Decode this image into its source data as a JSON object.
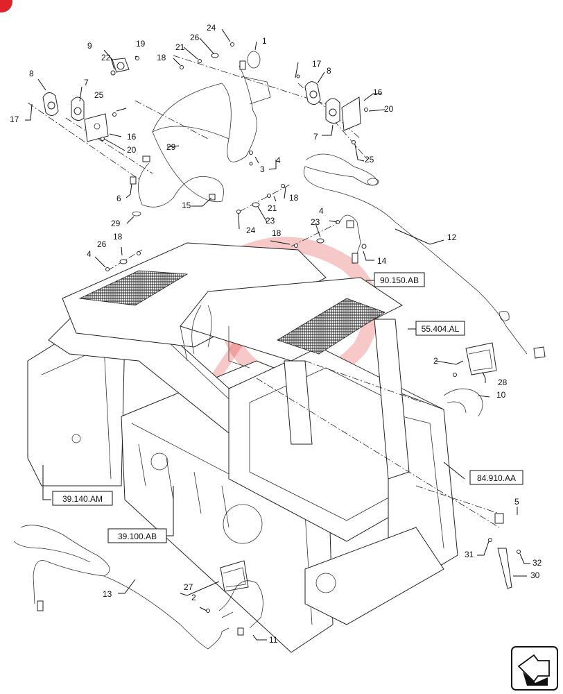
{
  "badge": {
    "color": "#e0222b"
  },
  "callouts": [
    {
      "id": "c1",
      "text": "1"
    },
    {
      "id": "c2a",
      "text": "2"
    },
    {
      "id": "c2b",
      "text": "2"
    },
    {
      "id": "c3",
      "text": "3"
    },
    {
      "id": "c4a",
      "text": "4"
    },
    {
      "id": "c4b",
      "text": "4"
    },
    {
      "id": "c4c",
      "text": "4"
    },
    {
      "id": "c5",
      "text": "5"
    },
    {
      "id": "c6",
      "text": "6"
    },
    {
      "id": "c7a",
      "text": "7"
    },
    {
      "id": "c7b",
      "text": "7"
    },
    {
      "id": "c8a",
      "text": "8"
    },
    {
      "id": "c8b",
      "text": "8"
    },
    {
      "id": "c9",
      "text": "9"
    },
    {
      "id": "c10",
      "text": "10"
    },
    {
      "id": "c11",
      "text": "11"
    },
    {
      "id": "c12",
      "text": "12"
    },
    {
      "id": "c13",
      "text": "13"
    },
    {
      "id": "c14",
      "text": "14"
    },
    {
      "id": "c15",
      "text": "15"
    },
    {
      "id": "c16a",
      "text": "16"
    },
    {
      "id": "c16b",
      "text": "16"
    },
    {
      "id": "c17a",
      "text": "17"
    },
    {
      "id": "c17b",
      "text": "17"
    },
    {
      "id": "c18a",
      "text": "18"
    },
    {
      "id": "c18b",
      "text": "18"
    },
    {
      "id": "c18c",
      "text": "18"
    },
    {
      "id": "c18d",
      "text": "18"
    },
    {
      "id": "c19",
      "text": "19"
    },
    {
      "id": "c20a",
      "text": "20"
    },
    {
      "id": "c20b",
      "text": "20"
    },
    {
      "id": "c21a",
      "text": "21"
    },
    {
      "id": "c21b",
      "text": "21"
    },
    {
      "id": "c22",
      "text": "22"
    },
    {
      "id": "c23a",
      "text": "23"
    },
    {
      "id": "c23b",
      "text": "23"
    },
    {
      "id": "c24a",
      "text": "24"
    },
    {
      "id": "c24b",
      "text": "24"
    },
    {
      "id": "c25a",
      "text": "25"
    },
    {
      "id": "c25b",
      "text": "25"
    },
    {
      "id": "c26a",
      "text": "26"
    },
    {
      "id": "c26b",
      "text": "26"
    },
    {
      "id": "c27",
      "text": "27"
    },
    {
      "id": "c28",
      "text": "28"
    },
    {
      "id": "c29a",
      "text": "29"
    },
    {
      "id": "c29b",
      "text": "29"
    },
    {
      "id": "c30",
      "text": "30"
    },
    {
      "id": "c31",
      "text": "31"
    },
    {
      "id": "c32",
      "text": "32"
    }
  ],
  "references": [
    {
      "id": "r1",
      "text": "90.150.AB"
    },
    {
      "id": "r2",
      "text": "55.404.AL"
    },
    {
      "id": "r3",
      "text": "84.910.AA"
    },
    {
      "id": "r4",
      "text": "39.140.AM"
    },
    {
      "id": "r5",
      "text": "39.100.AB"
    }
  ],
  "nav_icon": "next-page-arrow-icon"
}
